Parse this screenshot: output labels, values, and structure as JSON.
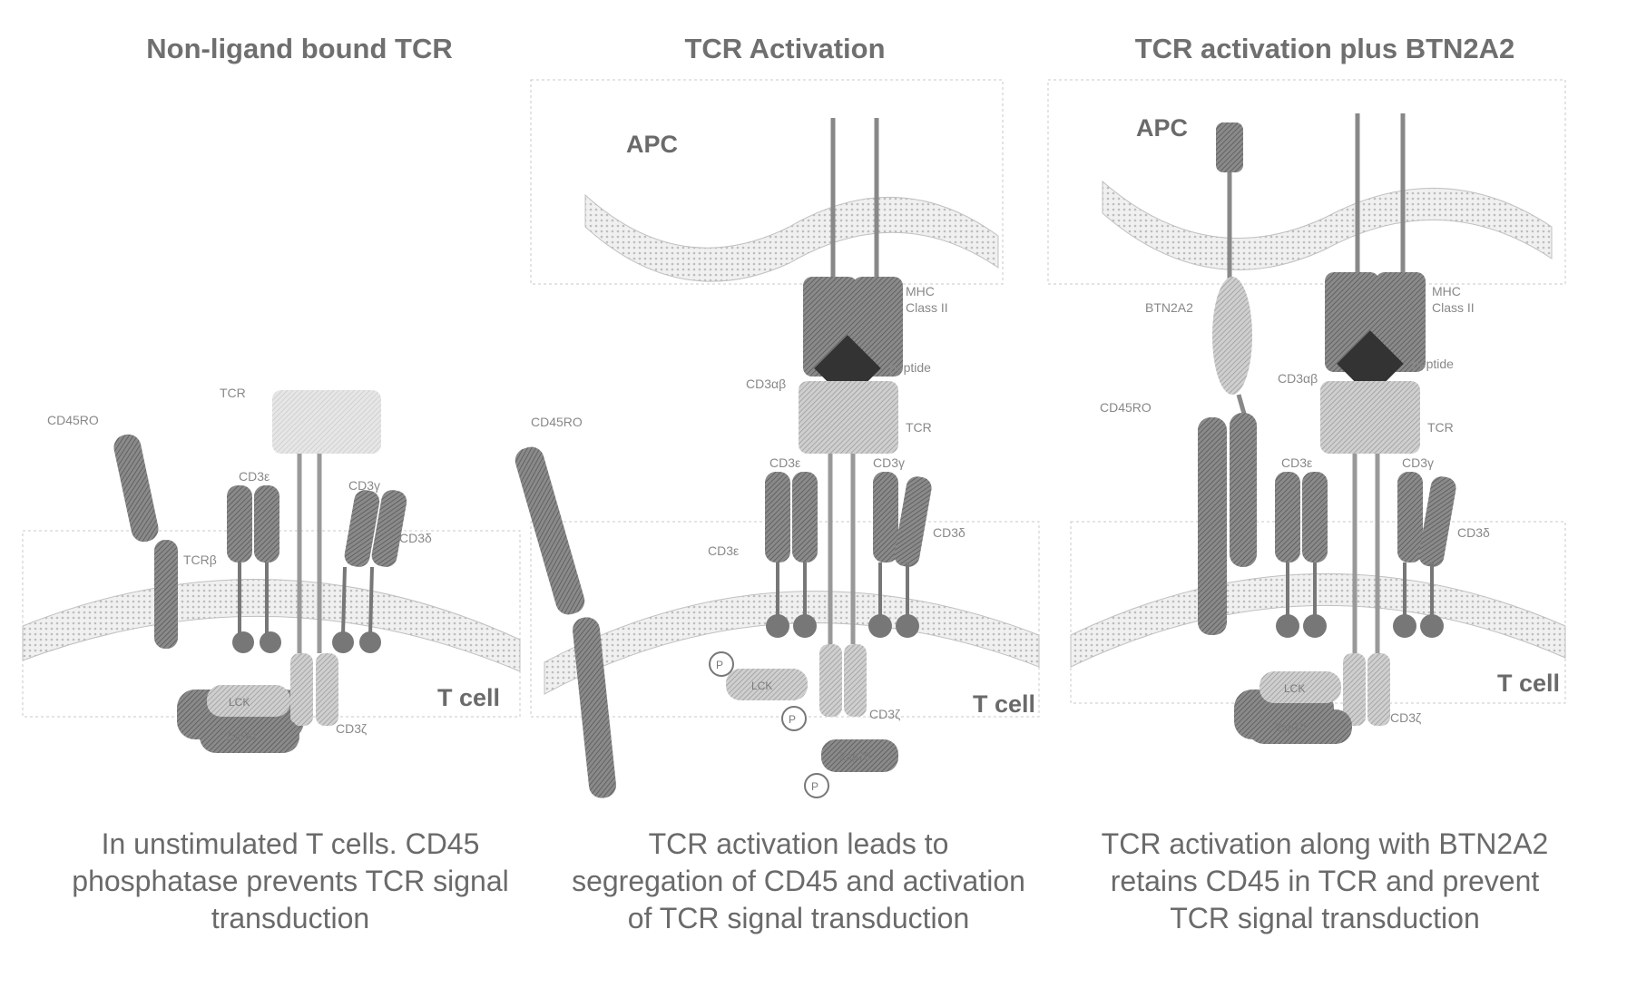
{
  "panels": [
    {
      "title": "Non-ligand bound TCR",
      "caption": [
        "In unstimulated T cells. CD45",
        "phosphatase prevents TCR signal",
        "transduction"
      ],
      "labels": {
        "cd45": "CD45RO",
        "tcr": "TCR",
        "cd3e": "CD3ε",
        "cd3g": "CD3γ",
        "cd3d": "CD3δ",
        "cd3z": "CD3ζ",
        "tcr_chain": "TCRβ",
        "lck": "LCK",
        "zap70": "Zap70",
        "cell": "T cell"
      }
    },
    {
      "title": "TCR Activation",
      "caption": [
        "TCR activation leads to",
        "segregation of CD45 and activation",
        "of TCR signal transduction"
      ],
      "labels": {
        "apc": "APC",
        "mhc": "MHC",
        "mhc_class": "Class II",
        "peptide": "peptide",
        "cd45": "CD45RO",
        "cd3_alpha": "CD3αβ",
        "tcr": "TCR",
        "cd3e": "CD3ε",
        "cd3g": "CD3γ",
        "cd3d": "CD3δ",
        "cd3e2": "CD3ε",
        "cd3z": "CD3ζ",
        "lck": "LCK",
        "zap70": "Zap70",
        "phospho": "P",
        "cell": "T cell"
      }
    },
    {
      "title": "TCR activation plus BTN2A2",
      "caption": [
        "TCR activation along with BTN2A2",
        "retains CD45 in TCR and prevent",
        "TCR signal transduction"
      ],
      "labels": {
        "apc": "APC",
        "btn": "BTN2A2",
        "mhc": "MHC",
        "mhc_class": "Class II",
        "peptide": "peptide",
        "cd45": "CD45RO",
        "cd3_alpha": "CD3αβ",
        "tcr": "TCR",
        "cd3e": "CD3ε",
        "cd3g": "CD3γ",
        "cd3d": "CD3δ",
        "cd3z": "CD3ζ",
        "lck": "LCK",
        "zap70": "Zap70",
        "cell": "T cell"
      }
    }
  ]
}
